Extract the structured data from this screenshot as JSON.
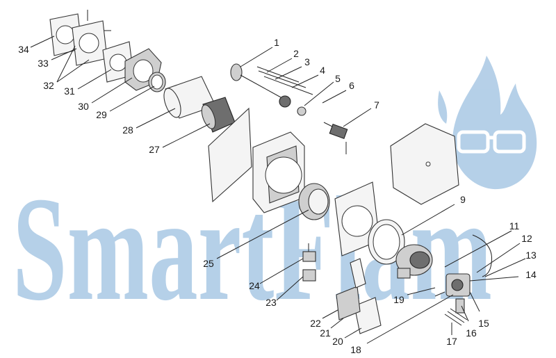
{
  "watermark": {
    "brand": "SmartFlam",
    "color": "#a9c8e4"
  },
  "callouts": [
    {
      "label": "1"
    },
    {
      "label": "2"
    },
    {
      "label": "3"
    },
    {
      "label": "4"
    },
    {
      "label": "5"
    },
    {
      "label": "6"
    },
    {
      "label": "7"
    },
    {
      "label": "9"
    },
    {
      "label": "11"
    },
    {
      "label": "12"
    },
    {
      "label": "13"
    },
    {
      "label": "14"
    },
    {
      "label": "15"
    },
    {
      "label": "16"
    },
    {
      "label": "17"
    },
    {
      "label": "18"
    },
    {
      "label": "19"
    },
    {
      "label": "20"
    },
    {
      "label": "21"
    },
    {
      "label": "22"
    },
    {
      "label": "23"
    },
    {
      "label": "24"
    },
    {
      "label": "25"
    },
    {
      "label": "27"
    },
    {
      "label": "28"
    },
    {
      "label": "29"
    },
    {
      "label": "30"
    },
    {
      "label": "31"
    },
    {
      "label": "32"
    },
    {
      "label": "33"
    },
    {
      "label": "34"
    }
  ]
}
